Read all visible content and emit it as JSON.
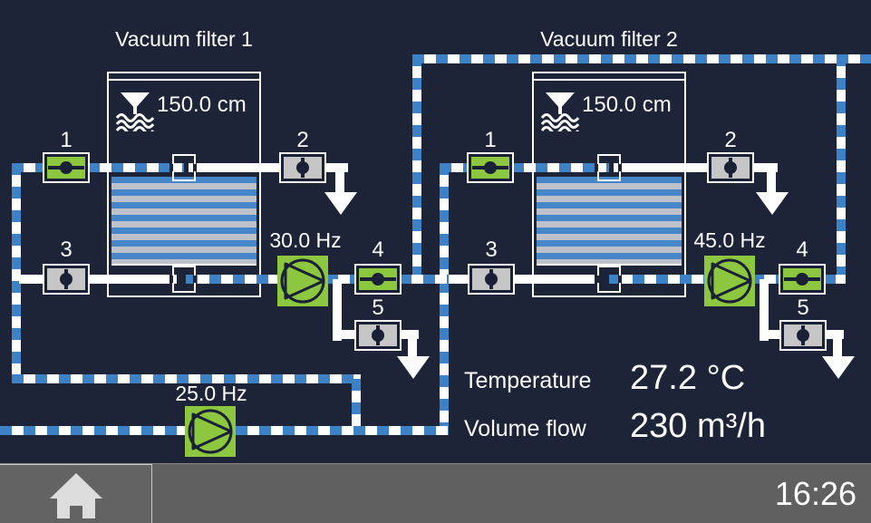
{
  "colors": {
    "background": "#1d2438",
    "pipe_flow_blue": "#3d82c6",
    "valve_open_green": "#8dc63f",
    "valve_closed_gray": "#c6c6c6",
    "filter_stripe_blue": "#4587c9",
    "filter_stripe_gray": "#bcc1ca",
    "statusbar_gray": "#606060"
  },
  "filter1": {
    "title": "Vacuum filter 1",
    "level": "150.0 cm",
    "pump_frequency": "30.0 Hz",
    "valve1": "1",
    "valve2": "2",
    "valve3": "3",
    "valve4": "4",
    "valve5": "5"
  },
  "filter2": {
    "title": "Vacuum filter 2",
    "level": "150.0 cm",
    "pump_frequency": "45.0 Hz",
    "valve1": "1",
    "valve2": "2",
    "valve3": "3",
    "valve4": "4",
    "valve5": "5"
  },
  "recirculation_pump": {
    "frequency": "25.0 Hz"
  },
  "readings": {
    "temperature_label": "Temperature",
    "temperature_value": "27.2 °C",
    "volume_flow_label": "Volume flow",
    "volume_flow_value": "230 m³/h"
  },
  "statusbar": {
    "time": "16:26"
  }
}
